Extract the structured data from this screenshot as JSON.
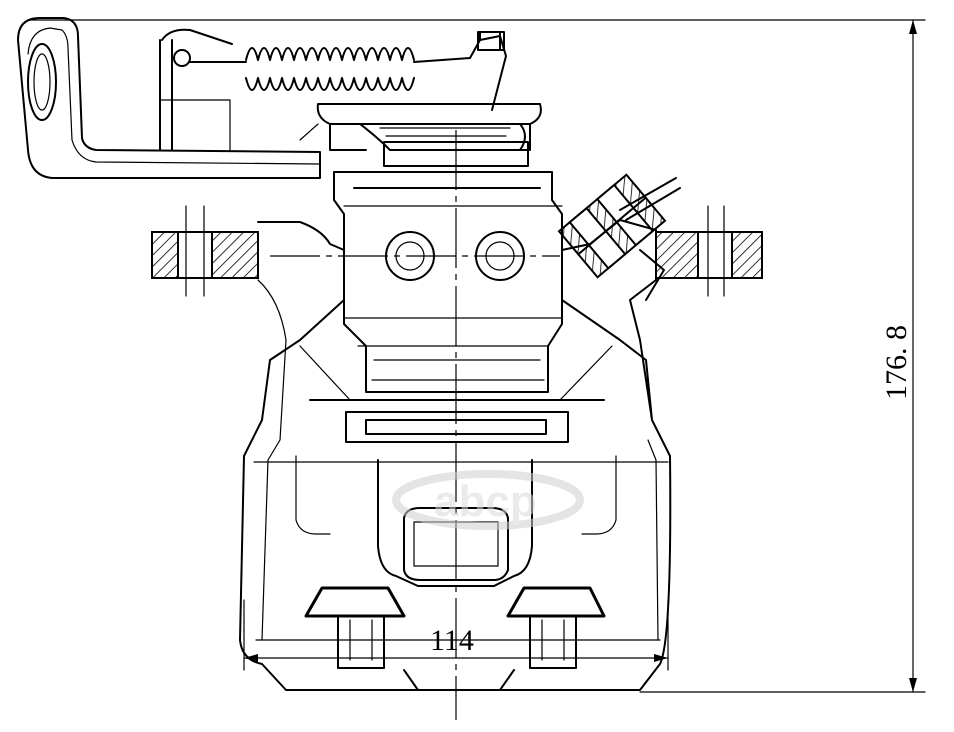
{
  "drawing": {
    "dimensions": {
      "width_value": "114",
      "height_value": "176. 8"
    },
    "watermark": {
      "text": "abcp"
    }
  }
}
